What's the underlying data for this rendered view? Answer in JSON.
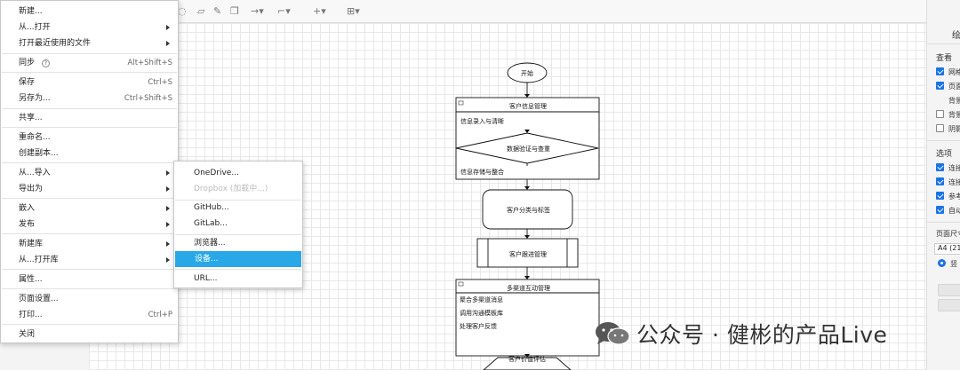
{
  "menu": {
    "items": [
      {
        "label": "新建...",
        "shortcut": "",
        "submenu": false
      },
      {
        "label": "从...打开",
        "shortcut": "",
        "submenu": true
      },
      {
        "label": "打开最近使用的文件",
        "shortcut": "",
        "submenu": true
      },
      {
        "label": "同步",
        "shortcut": "Alt+Shift+S",
        "submenu": false
      },
      {
        "label": "保存",
        "shortcut": "Ctrl+S",
        "submenu": false
      },
      {
        "label": "另存为...",
        "shortcut": "Ctrl+Shift+S",
        "submenu": false
      },
      {
        "label": "共享...",
        "shortcut": "",
        "submenu": false
      },
      {
        "label": "重命名...",
        "shortcut": "",
        "submenu": false
      },
      {
        "label": "创建副本...",
        "shortcut": "",
        "submenu": false
      },
      {
        "label": "从...导入",
        "shortcut": "",
        "submenu": true
      },
      {
        "label": "导出为",
        "shortcut": "",
        "submenu": true
      },
      {
        "label": "嵌入",
        "shortcut": "",
        "submenu": true
      },
      {
        "label": "发布",
        "shortcut": "",
        "submenu": true
      },
      {
        "label": "新建库",
        "shortcut": "",
        "submenu": true
      },
      {
        "label": "从...打开库",
        "shortcut": "",
        "submenu": true
      },
      {
        "label": "属性...",
        "shortcut": "",
        "submenu": false
      },
      {
        "label": "页面设置...",
        "shortcut": "",
        "submenu": false
      },
      {
        "label": "打印...",
        "shortcut": "Ctrl+P",
        "submenu": false
      },
      {
        "label": "关闭",
        "shortcut": "",
        "submenu": false
      }
    ]
  },
  "submenu": {
    "items": [
      {
        "label": "OneDrive...",
        "state": "normal"
      },
      {
        "label": "Dropbox (加载中...)",
        "state": "disabled"
      },
      {
        "label": "GitHub...",
        "state": "normal"
      },
      {
        "label": "GitLab...",
        "state": "normal"
      },
      {
        "label": "浏览器...",
        "state": "normal"
      },
      {
        "label": "设备...",
        "state": "active"
      },
      {
        "label": "URL...",
        "state": "normal"
      }
    ]
  },
  "flowchart": {
    "start": "开始",
    "pool1": {
      "title": "客户信息管理",
      "row1": "信息录入与清晰",
      "decision": "数据验证与查重",
      "row2": "信息存储与整合"
    },
    "process1": "客户分类与标签",
    "process2": "客户跟进管理",
    "pool2": {
      "title": "多渠道互动管理",
      "row1": "聚合多渠道消息",
      "row2": "调用沟通模板库",
      "row3": "处理客户反馈"
    },
    "hexagon": "客户价值评估"
  },
  "right_panel": {
    "title": "绘",
    "section_view": "查看",
    "view_options": [
      {
        "label": "网格",
        "checked": true
      },
      {
        "label": "页面",
        "checked": true
      },
      {
        "label": "背景",
        "checked": null
      },
      {
        "label": "背景",
        "checked": false
      },
      {
        "label": "阴影",
        "checked": false
      }
    ],
    "section_options": "选项",
    "options": [
      {
        "label": "连接",
        "checked": true
      },
      {
        "label": "连接",
        "checked": true
      },
      {
        "label": "参考",
        "checked": true
      },
      {
        "label": "自动",
        "checked": true
      }
    ],
    "section_page_size": "页面尺寸",
    "page_size_value": "A4 (21",
    "orientation_label": "竖"
  },
  "watermark": {
    "text": "公众号 · 健彬的产品Live"
  },
  "colors": {
    "accent": "#29a8e8",
    "checkbox": "#1a73e8"
  }
}
